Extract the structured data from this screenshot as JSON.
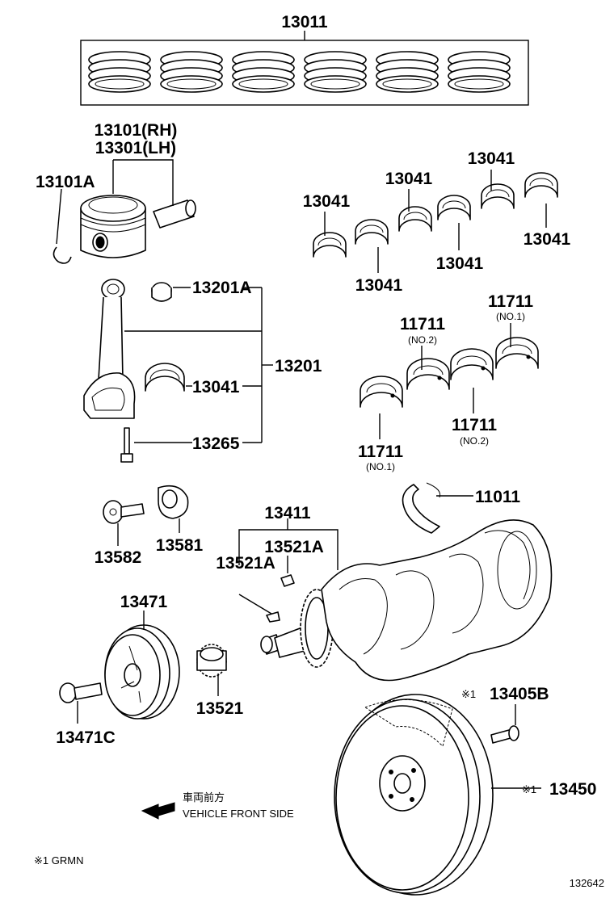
{
  "labels": {
    "rings": "13011",
    "piston_rh": "13101(RH)",
    "piston_lh": "13301(LH)",
    "snap_ring": "13101A",
    "rod_bushing": "13201A",
    "rod_assy": "13201",
    "rod_bearing_main": "13041",
    "rod_bolt": "13265",
    "bearing_top_center": "13041",
    "bearing_top_right": "13041",
    "bearing_left": "13041",
    "bearing_right": "13041",
    "bearing_mid": "13041",
    "bearing_low": "13041",
    "main_no2_top": "11711",
    "main_no2_top_sub": "(NO.2)",
    "main_no1_top": "11711",
    "main_no1_top_sub": "(NO.1)",
    "main_no2_low": "11711",
    "main_no2_low_sub": "(NO.2)",
    "main_no1_low": "11711",
    "main_no1_low_sub": "(NO.1)",
    "thrust_washer": "11011",
    "crankshaft": "13411",
    "key_right": "13521A",
    "key_left": "13521A",
    "bolt_13582": "13582",
    "washer_13581": "13581",
    "pulley": "13471",
    "pulley_bolt": "13471C",
    "sprocket": "13521",
    "flywheel_bolt": "13405B",
    "flywheel_bolt_mark": "※1",
    "flywheel": "13450",
    "flywheel_mark": "※1",
    "direction_jp": "車両前方",
    "direction_en": "VEHICLE FRONT SIDE",
    "footnote": "※1  GRMN",
    "figure_id": "132642"
  }
}
